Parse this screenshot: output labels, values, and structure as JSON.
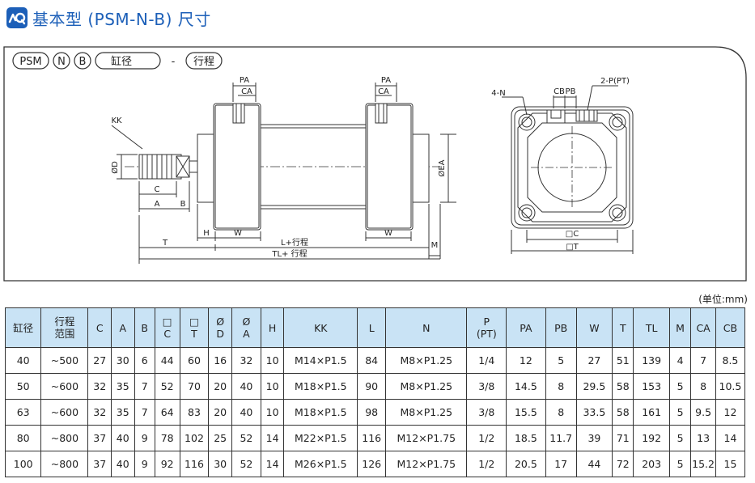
{
  "header": {
    "title": "基本型 (PSM-N-B) 尺寸",
    "logo_color": "#1c5fb8"
  },
  "code": {
    "parts": [
      "PSM",
      "N",
      "B",
      "缸径",
      "-",
      "行程"
    ]
  },
  "drawing": {
    "side_labels": {
      "pa_left": "PA",
      "ca_left": "CA",
      "pa_right": "PA",
      "ca_right": "CA",
      "kk": "KK",
      "d": "ØD",
      "ea": "ØEA",
      "c": "C",
      "a": "A",
      "b": "B",
      "h": "H",
      "w_left": "W",
      "w_right": "W",
      "t": "T",
      "l": "L+行程",
      "tl": "TL+ 行程",
      "m": "M"
    },
    "end_labels": {
      "n": "4-N",
      "cb": "CB",
      "pb": "PB",
      "p": "2-P(PT)",
      "c": "□C",
      "t": "□T"
    }
  },
  "unit_note": "(单位:mm)",
  "table": {
    "headers": [
      [
        "缸径"
      ],
      [
        "行程",
        "范围"
      ],
      [
        "C"
      ],
      [
        "A"
      ],
      [
        "B"
      ],
      [
        "□",
        "C"
      ],
      [
        "□",
        "T"
      ],
      [
        "Ø",
        "D"
      ],
      [
        "Ø",
        "A"
      ],
      [
        "H"
      ],
      [
        "KK"
      ],
      [
        "L"
      ],
      [
        "N"
      ],
      [
        "P",
        "(PT)"
      ],
      [
        "PA"
      ],
      [
        "PB"
      ],
      [
        "W"
      ],
      [
        "T"
      ],
      [
        "TL"
      ],
      [
        "M"
      ],
      [
        "CA"
      ],
      [
        "CB"
      ]
    ],
    "rows": [
      [
        "40",
        "~500",
        "27",
        "30",
        "6",
        "44",
        "60",
        "16",
        "32",
        "10",
        "M14×P1.5",
        "84",
        "M8×P1.25",
        "1/4",
        "12",
        "5",
        "27",
        "51",
        "139",
        "4",
        "7",
        "8.5"
      ],
      [
        "50",
        "~600",
        "32",
        "35",
        "7",
        "52",
        "70",
        "20",
        "40",
        "10",
        "M18×P1.5",
        "90",
        "M8×P1.25",
        "3/8",
        "14.5",
        "8",
        "29.5",
        "58",
        "153",
        "5",
        "8",
        "10.5"
      ],
      [
        "63",
        "~600",
        "32",
        "35",
        "7",
        "64",
        "83",
        "20",
        "40",
        "10",
        "M18×P1.5",
        "98",
        "M8×P1.25",
        "3/8",
        "15.5",
        "8",
        "33.5",
        "58",
        "161",
        "5",
        "9.5",
        "12"
      ],
      [
        "80",
        "~800",
        "37",
        "40",
        "9",
        "78",
        "102",
        "25",
        "52",
        "14",
        "M22×P1.5",
        "116",
        "M12×P1.75",
        "1/2",
        "18.5",
        "11.7",
        "39",
        "71",
        "192",
        "5",
        "13",
        "14"
      ],
      [
        "100",
        "~800",
        "37",
        "40",
        "9",
        "92",
        "116",
        "30",
        "52",
        "14",
        "M26×P1.5",
        "126",
        "M12×P1.75",
        "1/2",
        "20.5",
        "17",
        "44",
        "72",
        "203",
        "5",
        "15.2",
        "15"
      ]
    ]
  }
}
